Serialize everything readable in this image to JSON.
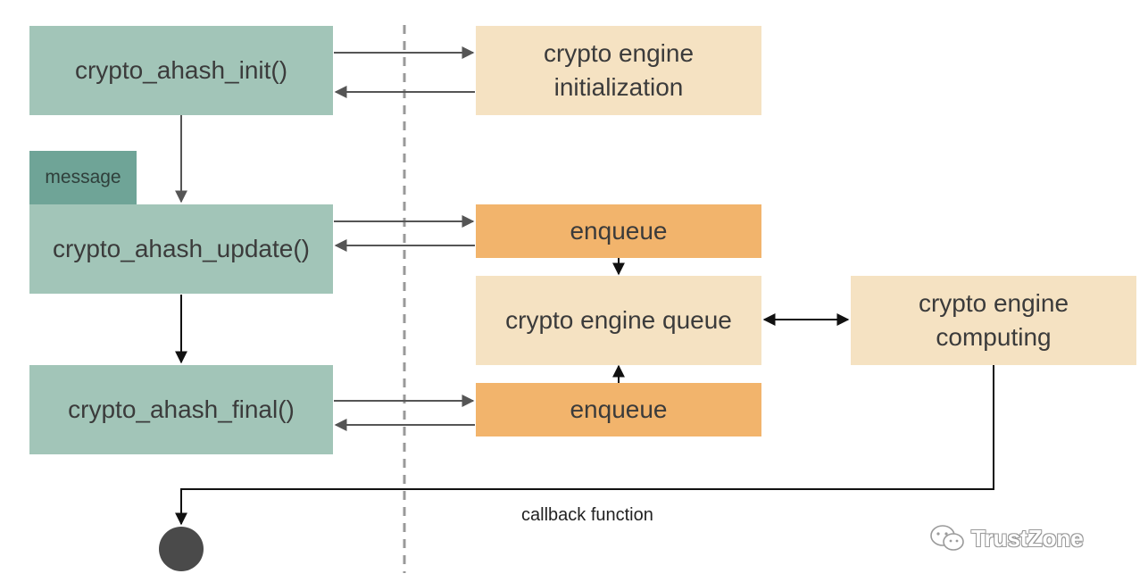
{
  "left_column": {
    "init": "crypto_ahash_init()",
    "message_tag": "message",
    "update": "crypto_ahash_update()",
    "final": "crypto_ahash_final()"
  },
  "right_column": {
    "engine_init_line1": "crypto engine",
    "engine_init_line2": "initialization",
    "enqueue_top": "enqueue",
    "engine_queue": "crypto engine queue",
    "enqueue_bottom": "enqueue",
    "engine_computing_line1": "crypto engine",
    "engine_computing_line2": "computing"
  },
  "callback_label": "callback function",
  "watermark": "TrustZone",
  "colors": {
    "green": "#a2c5b8",
    "tag": "#6fa497",
    "beige": "#f5e2c2",
    "orange": "#f2b46c",
    "arrow": "#555555",
    "dashed_divider": "#999999"
  }
}
